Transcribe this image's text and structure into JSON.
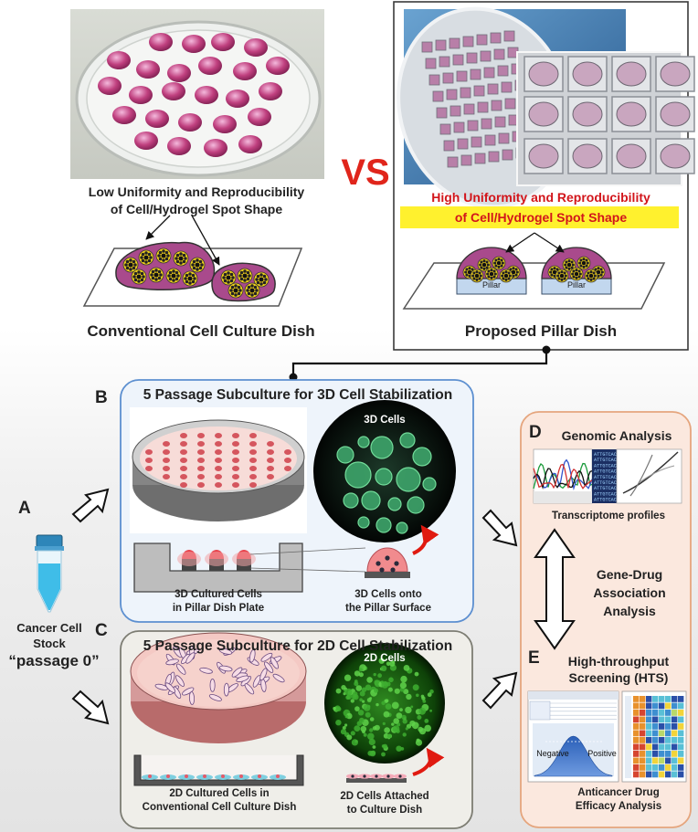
{
  "top": {
    "vs": "VS",
    "conventional_caption_1": "Low Uniformity and Reproducibility",
    "conventional_caption_2": "of Cell/Hydrogel Spot Shape",
    "conventional_title": "Conventional Cell Culture Dish",
    "pillar_caption_1": "High Uniformity and Reproducibility",
    "pillar_caption_2": "of Cell/Hydrogel Spot Shape",
    "pillar_label_left": "Pillar",
    "pillar_label_right": "Pillar",
    "pillar_title": "Proposed Pillar Dish"
  },
  "panel_b": {
    "letter": "B",
    "title": "5 Passage Subculture for 3D Cell Stabilization",
    "image_label": "3D Cells",
    "caption_left_1": "3D Cultured Cells",
    "caption_left_2": "in Pillar Dish Plate",
    "caption_right_1": "3D Cells onto",
    "caption_right_2": "the Pillar Surface"
  },
  "panel_c": {
    "letter": "C",
    "title": "5 Passage Subculture for 2D Cell Stabilization",
    "image_label": "2D Cells",
    "caption_left_1": "2D Cultured Cells in",
    "caption_left_2": "Conventional Cell Culture Dish",
    "caption_right_1": "2D Cells Attached",
    "caption_right_2": "to Culture Dish"
  },
  "panel_a": {
    "letter": "A",
    "label_1": "Cancer Cell",
    "label_2": "Stock",
    "label_3": "“passage 0”"
  },
  "panel_d": {
    "letter": "D",
    "title": "Genomic Analysis",
    "caption": "Transcriptome profiles",
    "sequence_text": "ATTGTCACG",
    "middle_1": "Gene-Drug",
    "middle_2": "Association",
    "middle_3": "Analysis"
  },
  "panel_e": {
    "letter": "E",
    "title_1": "High-throughput",
    "title_2": "Screening (HTS)",
    "negative": "Negative",
    "positive": "Positive",
    "caption_1": "Anticancer Drug",
    "caption_2": "Efficacy Analysis"
  },
  "colors": {
    "vs": "#e0251b",
    "highlight": "#fff12e",
    "highlight_text": "#d2151b",
    "gel": "#a94a8c",
    "cell": "#f2d21c",
    "pillar": "#c2d7ee",
    "panel_b_bg": "#eef4fb",
    "panel_b_border": "#5c8fd0",
    "panel_c_bg": "#efeee9",
    "panel_c_border": "#7d7d73",
    "panel_de_bg": "#fbe8de",
    "panel_de_border": "#e5a57d",
    "tube_liquid": "#3fbde8",
    "arrow_red": "#e01a10"
  }
}
